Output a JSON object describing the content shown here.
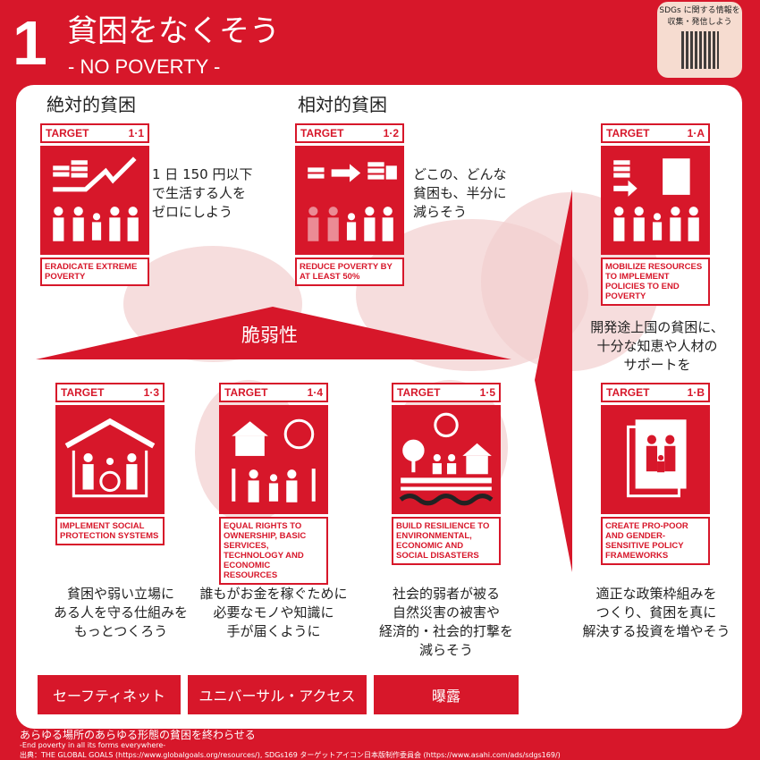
{
  "header": {
    "number": "1",
    "title": "貧困をなくそう",
    "subtitle": "- NO POVERTY -"
  },
  "qr": {
    "text_line1": "SDGs に関する情報を",
    "text_line2": "収集・発信しよう"
  },
  "sections": {
    "absolute": "絶対的貧困",
    "relative": "相対的貧困",
    "vulnerability": "脆弱性"
  },
  "targets": [
    {
      "label": "TARGET",
      "id": "1·1",
      "caption": "ERADICATE EXTREME POVERTY",
      "desc": [
        "1 日 150 円以下",
        "で生活する人を",
        "ゼロにしよう"
      ]
    },
    {
      "label": "TARGET",
      "id": "1·2",
      "caption": "REDUCE POVERTY BY AT LEAST 50%",
      "desc": [
        "どこの、どんな",
        "貧困も、半分に",
        "減らそう"
      ]
    },
    {
      "label": "TARGET",
      "id": "1·A",
      "caption": "MOBILIZE RESOURCES TO IMPLEMENT POLICIES TO END POVERTY",
      "desc": [
        "開発途上国の貧困に、",
        "十分な知恵や人材の",
        "サポートを"
      ]
    },
    {
      "label": "TARGET",
      "id": "1·3",
      "caption": "IMPLEMENT SOCIAL PROTECTION SYSTEMS",
      "desc": [
        "貧困や弱い立場に",
        "ある人を守る仕組みを",
        "もっとつくろう"
      ]
    },
    {
      "label": "TARGET",
      "id": "1·4",
      "caption": "EQUAL RIGHTS TO OWNERSHIP, BASIC SERVICES, TECHNOLOGY AND ECONOMIC RESOURCES",
      "desc": [
        "誰もがお金を稼ぐために",
        "必要なモノや知識に",
        "手が届くように"
      ]
    },
    {
      "label": "TARGET",
      "id": "1·5",
      "caption": "BUILD RESILIENCE TO ENVIRONMENTAL, ECONOMIC AND SOCIAL DISASTERS",
      "desc": [
        "社会的弱者が被る",
        "自然災害の被害や",
        "経済的・社会的打撃を",
        "減らそう"
      ]
    },
    {
      "label": "TARGET",
      "id": "1·B",
      "caption": "CREATE PRO-POOR AND GENDER-SENSITIVE POLICY FRAMEWORKS",
      "desc": [
        "適正な政策枠組みを",
        "つくり、貧困を真に",
        "解決する投資を増やそう"
      ]
    }
  ],
  "buttons": [
    "セーフティネット",
    "ユニバーサル・アクセス",
    "曝露"
  ],
  "footer": {
    "goal_jp": "あらゆる場所のあらゆる形態の貧困を終わらせる",
    "goal_en": "-End poverty in all its forms everywhere-",
    "source": "出典：THE GLOBAL GOALS (https://www.globalgoals.org/resources/), SDGs169 ターゲットアイコン日本版制作委員会 (https://www.asahi.com/ads/sdgs169/)"
  },
  "colors": {
    "primary": "#d7172a"
  }
}
